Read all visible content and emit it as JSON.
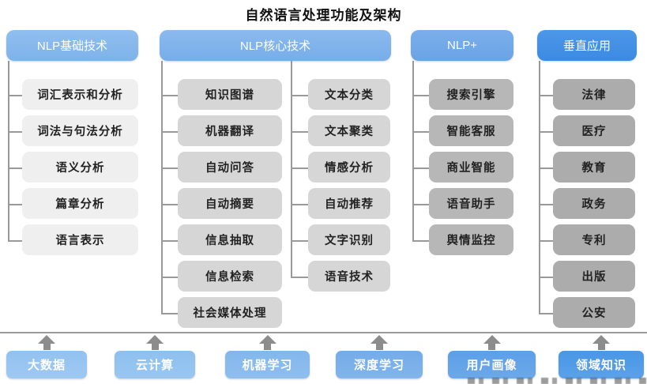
{
  "title": "自然语言处理功能及架构",
  "columns": [
    {
      "id": "nlp-basic",
      "header": "NLP基础技术",
      "items": [
        "词汇表示和分析",
        "词法与句法分析",
        "语义分析",
        "篇章分析",
        "语言表示"
      ]
    },
    {
      "id": "nlp-core",
      "header": "NLP核心技术",
      "items_left": [
        "知识图谱",
        "机器翻译",
        "自动问答",
        "自动摘要",
        "信息抽取",
        "信息检索",
        "社会媒体处理"
      ],
      "items_right": [
        "文本分类",
        "文本聚类",
        "情感分析",
        "自动推荐",
        "文字识别",
        "语音技术"
      ]
    },
    {
      "id": "nlp-plus",
      "header": "NLP+",
      "items": [
        "搜索引擎",
        "智能客服",
        "商业智能",
        "语音助手",
        "舆情监控"
      ]
    },
    {
      "id": "vertical-apps",
      "header": "垂直应用",
      "items": [
        "法律",
        "医疗",
        "教育",
        "政务",
        "专利",
        "出版",
        "公安"
      ]
    }
  ],
  "foundation": {
    "items": [
      "大数据",
      "云计算",
      "机器学习",
      "深度学习",
      "用户画像",
      "领域知识"
    ]
  },
  "colors": {
    "header_gradients": [
      [
        "#90BFEF",
        "#7EB2EA"
      ],
      [
        "#8ABAEE",
        "#78ADE9"
      ],
      [
        "#7AAFEA",
        "#6AA3E6"
      ],
      [
        "#4E97E7",
        "#3B8AE3"
      ]
    ],
    "header_text": "#FFFFFF",
    "item_fills": [
      "#EFEFEF",
      "#D6D6D6",
      "#B7B7B7",
      "#ACACAC"
    ],
    "item_text": "#222222",
    "foundation_fills": [
      "#93C2F0",
      "#8EC0EF",
      "#83B7EC",
      "#74ACE9",
      "#5C9FE7",
      "#4997E6"
    ],
    "connector": "#999999",
    "arrow": "#8C8C8C",
    "separator": "#9A9A9A",
    "title_text": "#111111"
  }
}
